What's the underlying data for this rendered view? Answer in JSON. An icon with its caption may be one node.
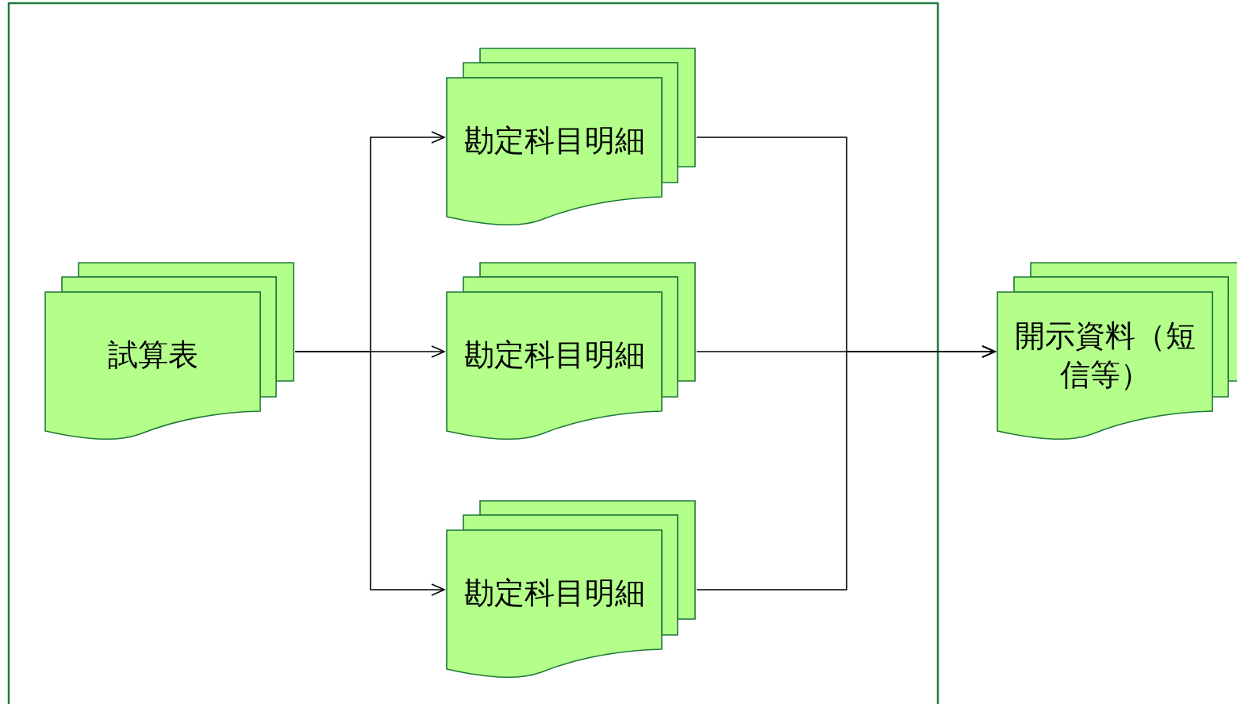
{
  "diagram": {
    "nodes": [
      {
        "text": [
          "試算表"
        ]
      },
      {
        "text": [
          "勘定科目明細"
        ]
      },
      {
        "text": [
          "勘定科目明細"
        ]
      },
      {
        "text": [
          "勘定科目明細"
        ]
      },
      {
        "text": [
          "開示資料（短信等）"
        ]
      }
    ],
    "edges": [
      {
        "from": 0,
        "to": 1,
        "arrow": "to"
      },
      {
        "from": 0,
        "to": 2,
        "arrow": "to"
      },
      {
        "from": 0,
        "to": 3,
        "arrow": "to"
      },
      {
        "from": 1,
        "to": 4,
        "arrow": "to"
      },
      {
        "from": 2,
        "to": 4,
        "arrow": "to"
      },
      {
        "from": 3,
        "to": 4,
        "arrow": "to"
      }
    ]
  }
}
